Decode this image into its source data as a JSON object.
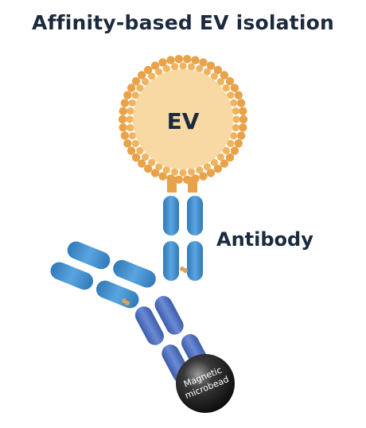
{
  "title": "Affinity-based EV isolation",
  "labels": {
    "ev": "EV",
    "antibody": "Antibody",
    "bead_line1": "Magnetic",
    "bead_line2": "microbead"
  },
  "colors": {
    "title_text": "#1b2a3d",
    "vesicle_outer": "#e8a24a",
    "vesicle_inner": "#f8d9a4",
    "receptor": "#e8a24a",
    "antibody_light_blue": "#3e8fcf",
    "antibody_dark_blue": "#4f6fc0",
    "bead": "#1c1c1c"
  }
}
